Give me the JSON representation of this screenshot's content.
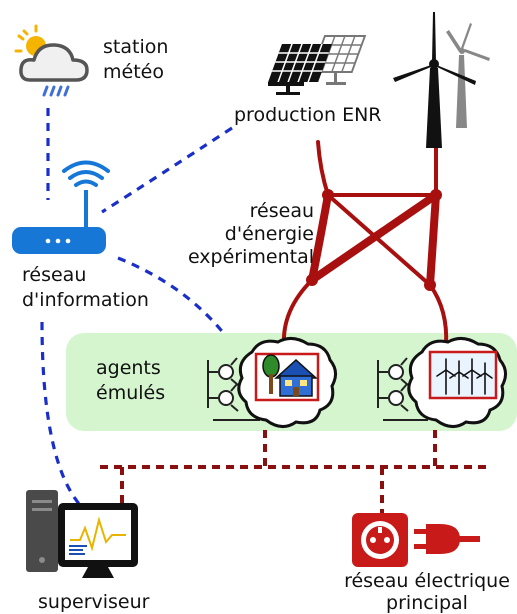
{
  "labels": {
    "weather": [
      "station",
      "météo"
    ],
    "renewables": "production ENR",
    "energy_network": [
      "réseau",
      "d'énergie",
      "expérimental"
    ],
    "info_network": [
      "réseau",
      "d'information"
    ],
    "agents": [
      "agents",
      "émulés"
    ],
    "supervisor": "superviseur",
    "grid": [
      "réseau électrique",
      "principal"
    ]
  },
  "colors": {
    "energy_line": "#a81010",
    "dashed_grid": "#8a1010",
    "info_dashed": "#1a2fc8",
    "agents_panel": "#d5f5cf",
    "router": "#1677d6",
    "outlet": "#c91a1a"
  },
  "icons": {
    "weather": "cloud-sun-rain-icon",
    "solar": "solar-panel-icon",
    "wind": "wind-turbine-icon",
    "router": "wifi-router-icon",
    "house": "house-icon",
    "wind_farm": "wind-farm-icon",
    "computer": "desktop-computer-icon",
    "outlet": "power-outlet-icon",
    "plug": "power-plug-icon"
  }
}
